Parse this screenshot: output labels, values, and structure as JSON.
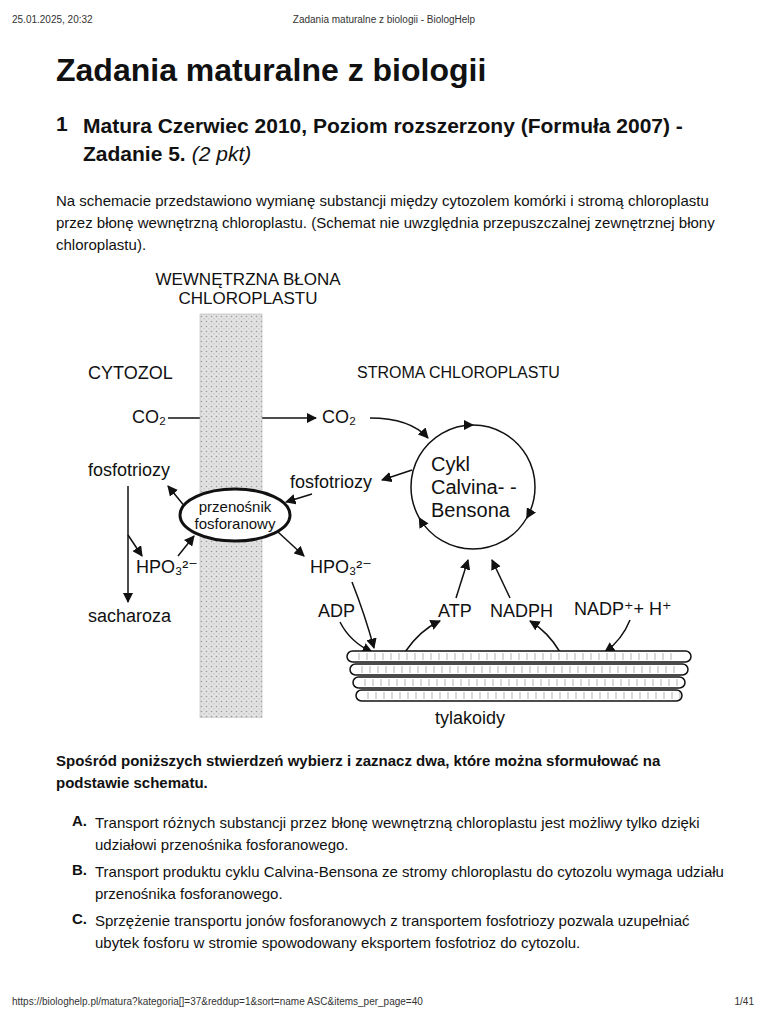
{
  "diagram": {
    "title": "Zadania maturalne z biologii",
    "nodes": [
      {
        "text": [
          "WEWNĘTRZNA BŁONA CHLOROPLASTU"
        ]
      },
      {
        "text": [
          "przenośnik fosforanowy"
        ]
      },
      {
        "text": [
          "Cykl Calvina- -Bensona"
        ]
      },
      {
        "text": [
          "tylakoidy"
        ]
      }
    ],
    "labels": [
      "25.01.2025, 20:32",
      "Zadania maturalne z biologii - BiologHelp",
      "1",
      "Matura Czerwiec 2010, Poziom rozszerzony (Formuła 2007) - Zadanie 5.",
      "(2 pkt)",
      "Na schemacie przedstawiono wymianę substancji między cytozolem komórki i stromą chloroplastu przez błonę wewnętrzną chloroplastu. (Schemat nie uwzględnia przepuszczalnej zewnętrznej błony chloroplastu).",
      "CYTOZOL",
      "STROMA CHLOROPLASTU",
      "CO₂",
      "CO₂",
      "fosfotriozy",
      "fosfotriozy",
      "HPO₃²⁻",
      "HPO₃²⁻",
      "sacharoza",
      "ADP",
      "ATP",
      "NADPH",
      "NADP⁺+ H⁺",
      "Spośród poniższych stwierdzeń wybierz i zaznacz dwa, które można sformułować na podstawie schematu.",
      "A.",
      "Transport różnych substancji przez błonę wewnętrzną chloroplastu jest możliwy tylko dzięki udziałowi przenośnika fosforanowego.",
      "B.",
      "Transport produktu cyklu Calvina-Bensona ze stromy chloroplastu do cytozolu wymaga udziału przenośnika fosforanowego.",
      "C.",
      "Sprzężenie transportu jonów fosforanowych z transportem fosfotriozy pozwala uzupełniać ubytek fosforu w stromie spowodowany eksportem fosfotrioz do cytozolu.",
      "https://biologhelp.pl/matura?kategoria[]=37&reddup=1&sort=name ASC&items_per_page=40",
      "1/41"
    ]
  }
}
